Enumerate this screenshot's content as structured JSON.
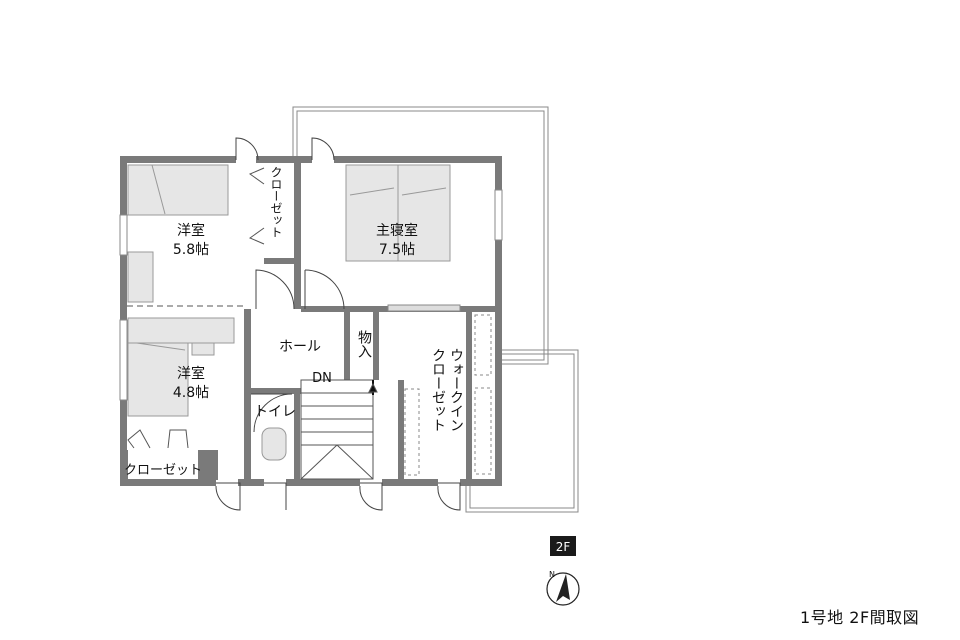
{
  "rooms": {
    "room_nw": {
      "name": "洋室",
      "size": "5.8帖"
    },
    "room_sw": {
      "name": "洋室",
      "size": "4.8帖"
    },
    "master": {
      "name": "主寝室",
      "size": "7.5帖"
    },
    "closet_top": "クローゼット",
    "closet_bottom": "クローゼット",
    "hall": "ホール",
    "storage": "物入",
    "toilet": "トイレ",
    "stairs_dn": "DN",
    "walkin_line1": "ウォークイン",
    "walkin_line2": "クローゼット"
  },
  "floor_badge": "2F",
  "compass_label": "N",
  "caption": "1号地  2F間取図",
  "colors": {
    "wall": "#7a7a7a",
    "furniture_fill": "#e6e6e6",
    "line": "#555555"
  }
}
